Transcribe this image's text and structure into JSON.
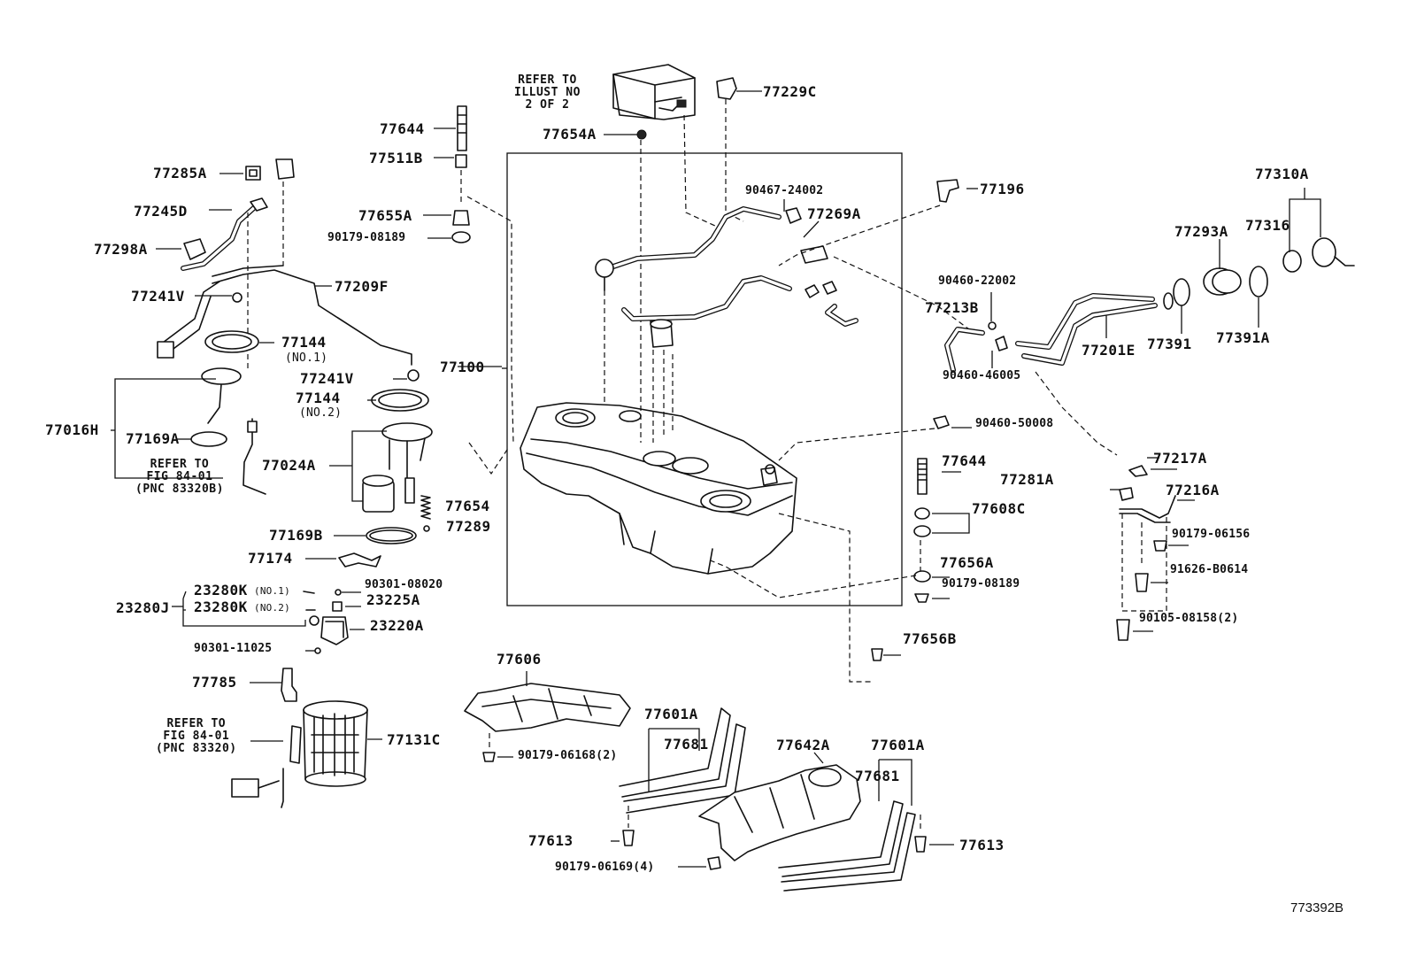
{
  "diagram_id": "773392B",
  "notes": {
    "refer_illust": [
      "REFER TO",
      "ILLUST NO",
      "2 OF 2"
    ],
    "refer_fig_1": [
      "REFER TO",
      "FIG 84-01",
      "(PNC 83320B)"
    ],
    "refer_fig_2": [
      "REFER TO",
      "FIG 84-01",
      "(PNC 83320)"
    ]
  },
  "labels": {
    "p77229C": "77229C",
    "p77654A": "77654A",
    "p77644_top": "77644",
    "p77511B": "77511B",
    "p77655A": "77655A",
    "p90179_08189_top": "90179-08189",
    "p77285A": "77285A",
    "p77245D": "77245D",
    "p77298A": "77298A",
    "p77209F": "77209F",
    "p77241V_1": "77241V",
    "p77144_1": "77144",
    "p77144_1_sub": "(NO.1)",
    "p77241V_2": "77241V",
    "p77144_2": "77144",
    "p77144_2_sub": "(NO.2)",
    "p77016H": "77016H",
    "p77169A": "77169A",
    "p77024A": "77024A",
    "p77654": "77654",
    "p77289": "77289",
    "p77169B": "77169B",
    "p77174": "77174",
    "p23280J": "23280J",
    "p23280K_1": "23280K",
    "p23280K_1_sub": "(NO.1)",
    "p23280K_2": "23280K",
    "p23280K_2_sub": "(NO.2)",
    "p90301_08020": "90301-08020",
    "p23225A": "23225A",
    "p23220A": "23220A",
    "p90301_11025": "90301-11025",
    "p77785": "77785",
    "p77131C": "77131C",
    "p77100": "77100",
    "p90467_24002": "90467-24002",
    "p77269A": "77269A",
    "p77196": "77196",
    "p90460_22002": "90460-22002",
    "p77213B": "77213B",
    "p90460_46005": "90460-46005",
    "p77201E": "77201E",
    "p77391": "77391",
    "p77293A": "77293A",
    "p77316": "77316",
    "p77310A": "77310A",
    "p77391A": "77391A",
    "p90460_50008": "90460-50008",
    "p77644_mid": "77644",
    "p77608C": "77608C",
    "p77656A": "77656A",
    "p90179_08189_mid": "90179-08189",
    "p77656B": "77656B",
    "p77217A": "77217A",
    "p77281A": "77281A",
    "p77216A": "77216A",
    "p90179_06156": "90179-06156",
    "p91626_B0614": "91626-B0614",
    "p90105_08158": "90105-08158(2)",
    "p77606": "77606",
    "p90179_06168": "90179-06168(2)",
    "p77601A_1": "77601A",
    "p77681_1": "77681",
    "p77613_1": "77613",
    "p90179_06169": "90179-06169(4)",
    "p77642A": "77642A",
    "p77601A_2": "77601A",
    "p77681_2": "77681",
    "p77613_2": "77613"
  }
}
